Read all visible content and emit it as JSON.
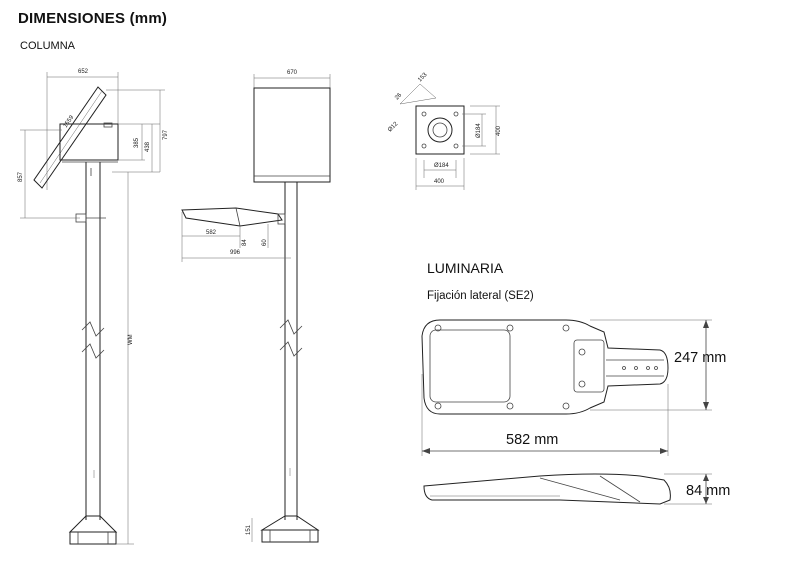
{
  "header": {
    "title": "DIMENSIONES (mm)",
    "column_label": "COLUMNA"
  },
  "column_front": {
    "dims": [
      "652",
      "1559",
      "797",
      "385",
      "438",
      "857",
      "1",
      "WM"
    ]
  },
  "column_side": {
    "dims": [
      "670",
      "582",
      "84",
      "60",
      "996",
      "151"
    ]
  },
  "base_plate": {
    "dims": [
      "153",
      "26",
      "Ø12",
      "Ø184",
      "400",
      "400",
      "Ø184"
    ]
  },
  "luminaire": {
    "title": "LUMINARIA",
    "subtitle": "Fijación lateral (SE2)",
    "height_dim": "247 mm",
    "length_dim": "582 mm",
    "depth_dim": "84 mm"
  }
}
